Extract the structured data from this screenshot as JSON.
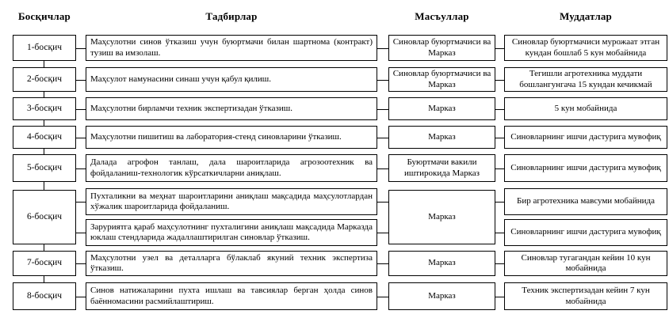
{
  "headers": {
    "stages": "Босқичлар",
    "activities": "Тадбирлар",
    "responsibles": "Масъуллар",
    "deadlines": "Муддатлар"
  },
  "colors": {
    "background": "#ffffff",
    "border": "#000000",
    "text": "#000000"
  },
  "rows": [
    {
      "stage": "1-босқич",
      "activity": "Маҳсулотни синов ўтказиш учун буюртмачи билан шартнома (контракт) тузиш ва имзолаш.",
      "responsible": "Синовлар буюртмачиси ва Марказ",
      "deadline": "Синовлар буюртмачиси мурожаат этган кундан бошлаб 5 кун мобайнида"
    },
    {
      "stage": "2-босқич",
      "activity": "Маҳсулот намунасини синаш учун қабул қилиш.",
      "responsible": "Синовлар буюртмачиси ва Марказ",
      "deadline": "Тегишли агротехника муддати бошлангунгача 15 кундан кечикмай"
    },
    {
      "stage": "3-босқич",
      "activity": "Маҳсулотни бирламчи техник экспертизадан ўтказиш.",
      "responsible": "Марказ",
      "deadline": "5 кун мобайнида"
    },
    {
      "stage": "4-босқич",
      "activity": "Маҳсулотни пишитиш ва лаборатория-стенд синовларини ўтказиш.",
      "responsible": "Марказ",
      "deadline": "Синовларнинг ишчи дастурига мувофиқ"
    },
    {
      "stage": "5-босқич",
      "activity": "Далада агрофон танлаш, дала шароитларида агрозоотехник ва фойдаланиш-технологик кўрсаткичларни аниқлаш.",
      "responsible": "Буюртмачи вакили иштирокида Марказ",
      "deadline": "Синовларнинг ишчи дастурига мувофиқ"
    },
    {
      "stage": "6-босқич",
      "activities": [
        "Пухталикни ва меҳнат шароитларини аниқлаш мақсадида маҳсулотлардан хўжалик шароитларида фойдаланиш.",
        "Заруриятга қараб маҳсулотнинг пухталигини аниқлаш мақсадида Марказда юклаш стендларида жадаллаштирилган синовлар ўтказиш."
      ],
      "responsible": "Марказ",
      "deadlines": [
        "Бир агротехника мавсуми мобайнида",
        "Синовларнинг ишчи дастурига мувофиқ"
      ]
    },
    {
      "stage": "7-босқич",
      "activity": "Маҳсулотни узел ва деталларга бўлаклаб якуний техник экспертиза ўтказиш.",
      "responsible": "Марказ",
      "deadline": "Синовлар тугагандан кейин 10 кун мобайнида"
    },
    {
      "stage": "8-босқич",
      "activity": "Синов натижаларини пухта ишлаш ва тавсиялар берган ҳолда синов баённомасини расмийлаштириш.",
      "responsible": "Марказ",
      "deadline": "Техник экспертизадан кейин 7 кун мобайнида"
    }
  ]
}
